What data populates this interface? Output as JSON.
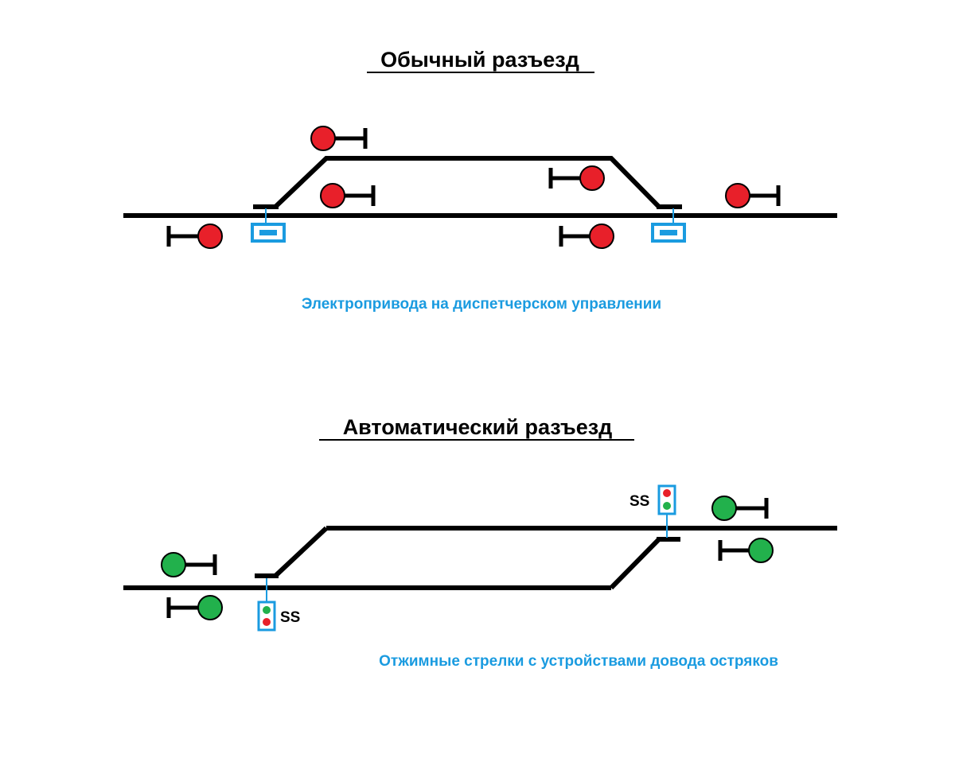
{
  "colors": {
    "red": "#e8202a",
    "green": "#22b14c",
    "blue": "#1a9be0",
    "track": "#000000"
  },
  "section1": {
    "title": "Обычный разъезд",
    "caption": "Электропривода на диспетчерском управлении"
  },
  "section2": {
    "title": "Автоматический разъезд",
    "caption": "Отжимные стрелки с устройствами довода остряков",
    "indicator_label_right": "SS",
    "indicator_label_left": "SS"
  }
}
